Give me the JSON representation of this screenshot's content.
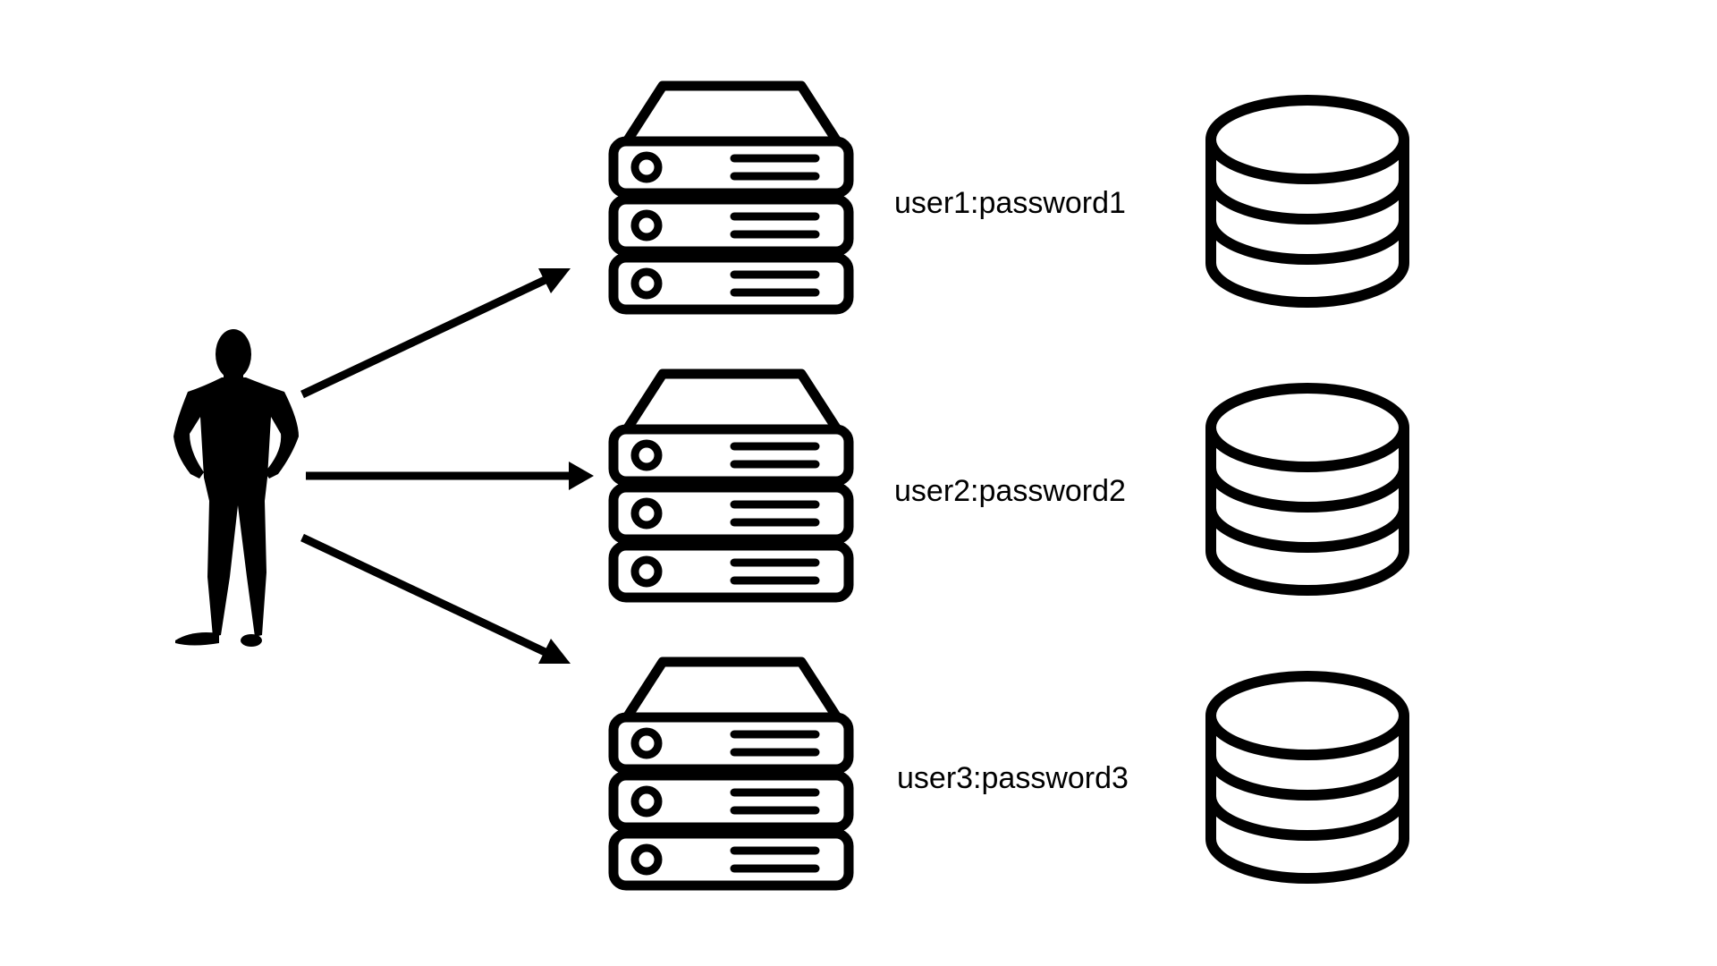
{
  "diagram": {
    "actor": {
      "icon": "person-silhouette-icon"
    },
    "connections": [
      {
        "from": "user",
        "to": "server-1"
      },
      {
        "from": "user",
        "to": "server-2"
      },
      {
        "from": "user",
        "to": "server-3"
      }
    ],
    "rows": [
      {
        "server_icon": "server-stack-icon",
        "credential": "user1:password1",
        "database_icon": "database-icon"
      },
      {
        "server_icon": "server-stack-icon",
        "credential": "user2:password2",
        "database_icon": "database-icon"
      },
      {
        "server_icon": "server-stack-icon",
        "credential": "user3:password3",
        "database_icon": "database-icon"
      }
    ],
    "colors": {
      "stroke": "#000000",
      "background": "#ffffff"
    }
  }
}
